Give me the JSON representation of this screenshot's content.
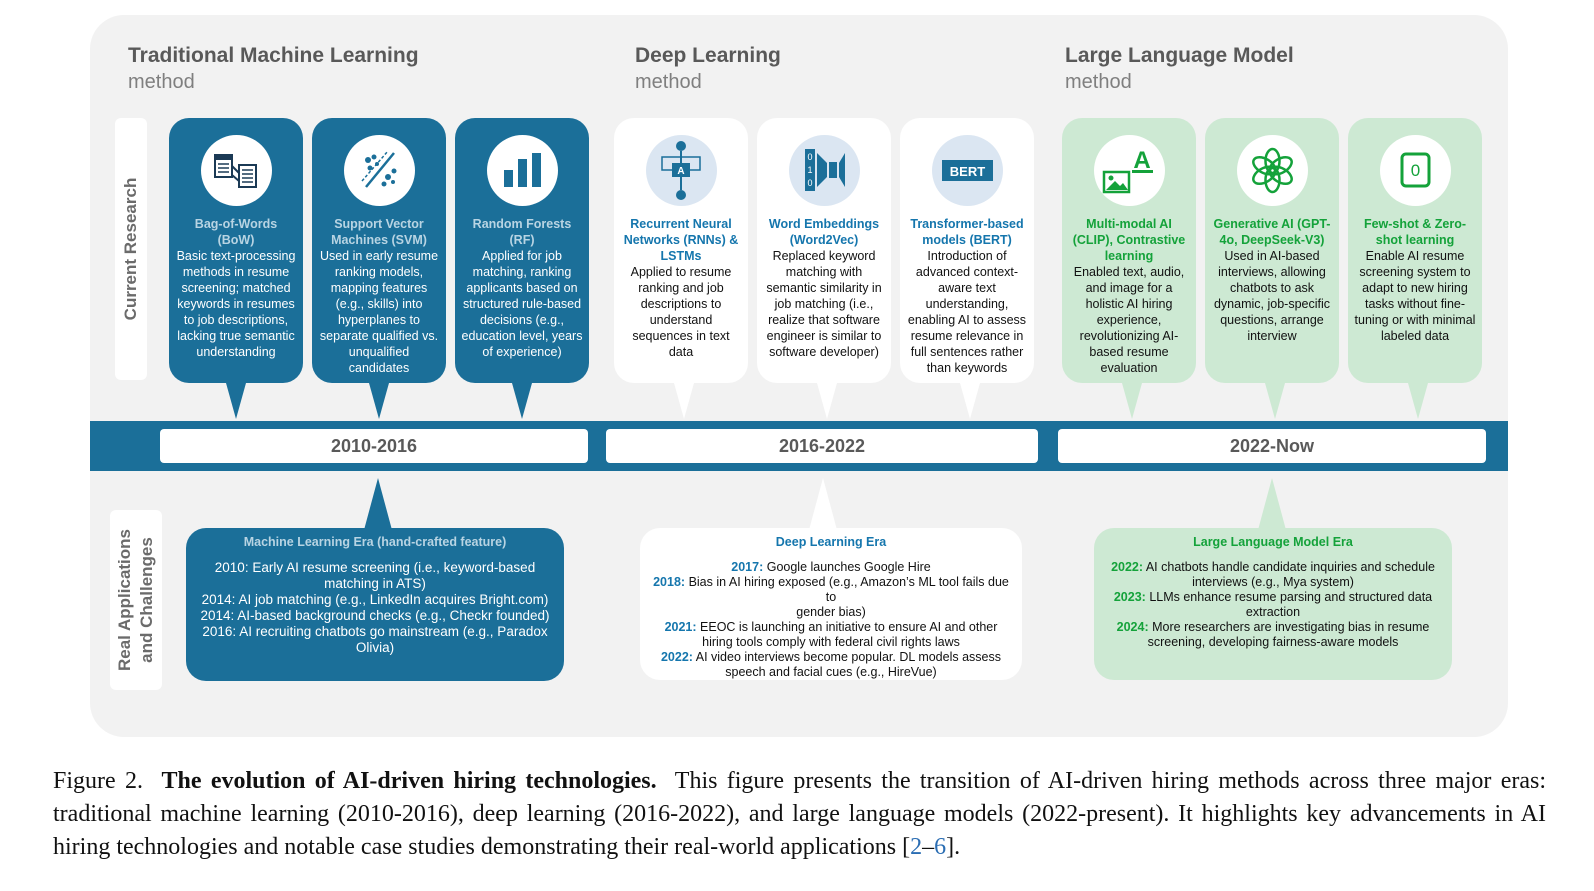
{
  "eras": {
    "tml": {
      "title": "Traditional Machine Learning",
      "subtitle": "method"
    },
    "dl": {
      "title": "Deep Learning",
      "subtitle": "method"
    },
    "llm": {
      "title": "Large Language Model",
      "subtitle": "method"
    }
  },
  "side_labels": {
    "current": "Current Research",
    "real_line1": "Real Applications",
    "real_line2": "and Challenges"
  },
  "cards": [
    {
      "title": "Bag-of-Words\n(BoW)",
      "desc": "Basic text-processing\nmethods in resume\nscreening; matched\nkeywords in resumes\nto job descriptions,\nlacking true semantic\nunderstanding",
      "icon": "document-comparison-icon"
    },
    {
      "title": "Support Vector\nMachines (SVM)",
      "desc": "Used in early resume\nranking models,\nmapping features\n(e.g., skills) into\nhyperplanes to\nseparate qualified vs.\nunqualified\ncandidates",
      "icon": "scatter-separation-icon"
    },
    {
      "title": "Random Forests\n(RF)",
      "desc": "Applied for job\nmatching, ranking\napplicants based on\nstructured rule-based\ndecisions (e.g.,\neducation level, years\nof experience)",
      "icon": "bar-chart-icon"
    },
    {
      "title": "Recurrent Neural\nNetworks (RNNs) &\nLSTMs",
      "desc": "Applied to resume\nranking and job\ndescriptions to\nunderstand\nsequences in text\ndata",
      "icon": "recurrent-network-icon"
    },
    {
      "title": "Word Embeddings\n(Word2Vec)",
      "desc": "Replaced keyword\nmatching with\nsemantic similarity in\njob matching (i.e.,\nrealize that software\nengineer is similar to\nsoftware developer)",
      "icon": "word-embedding-icon"
    },
    {
      "title": "Transformer-based\nmodels (BERT)",
      "desc": "Introduction of\nadvanced context-\naware text\nunderstanding,\nenabling AI to assess\nresume relevance in\nfull sentences rather\nthan keywords",
      "icon": "bert-icon",
      "icon_text": "BERT"
    },
    {
      "title": "Multi-modal AI\n(CLIP), Contrastive\nlearning",
      "desc": "Enabled text, audio,\nand image for a\nholistic AI hiring\nexperience,\nrevolutionizing AI-\nbased resume\nevaluation",
      "icon": "text-image-icon",
      "icon_text": "A"
    },
    {
      "title": "Generative AI (GPT-\n4o, DeepSeek-V3)",
      "desc": "Used in AI-based\ninterviews, allowing\nchatbots to ask\ndynamic, job-specific\nquestions, arrange\ninterview",
      "icon": "openai-logo-icon"
    },
    {
      "title": "Few-shot & Zero-\nshot learning",
      "desc": "Enable AI resume\nscreening system to\nadapt to new hiring\ntasks without fine-\ntuning or with minimal\nlabeled data",
      "icon": "zero-shot-icon",
      "icon_text": "0"
    }
  ],
  "timeline": [
    "2010-2016",
    "2016-2022",
    "2022-Now"
  ],
  "applications": {
    "tml": {
      "heading": "Machine Learning Era (hand-crafted feature)",
      "items": [
        {
          "year": "2010:",
          "text": " Early AI resume screening (i.e., keyword-based\nmatching in ATS)"
        },
        {
          "year": "2014:",
          "text": " AI job matching (e.g., LinkedIn acquires Bright.com)"
        },
        {
          "year": "2014:",
          "text": " AI-based background checks (e.g., Checkr founded)"
        },
        {
          "year": "2016:",
          "text": " AI recruiting chatbots go mainstream (e.g., Paradox\nOlivia)"
        }
      ]
    },
    "dl": {
      "heading": "Deep Learning Era",
      "items": [
        {
          "year": "2017:",
          "text": " Google launches Google Hire"
        },
        {
          "year": "2018:",
          "text": " Bias in AI hiring exposed (e.g., Amazon’s ML tool fails due to\ngender bias)"
        },
        {
          "year": "2021:",
          "text": " EEOC is launching an initiative to ensure AI and other\nhiring tools comply with federal civil rights laws"
        },
        {
          "year": "2022:",
          "text": " AI video interviews become popular. DL models assess\nspeech and facial cues (e.g., HireVue)"
        }
      ]
    },
    "llm": {
      "heading": "Large Language Model Era",
      "items": [
        {
          "year": "2022:",
          "text": " AI chatbots handle candidate inquiries and schedule\ninterviews (e.g., Mya system)"
        },
        {
          "year": "2023:",
          "text": " LLMs enhance resume parsing and structured data\nextraction"
        },
        {
          "year": "2024:",
          "text": " More researchers are investigating bias in resume\nscreening, developing fairness-aware models"
        }
      ]
    }
  },
  "caption": {
    "label": "Figure 2.",
    "bold": "The evolution of AI-driven hiring technologies.",
    "text": "This figure presents the transition of AI-driven hiring methods across three major eras: traditional machine learning (2010-2016), deep learning (2016-2022), and large language models (2022-present). It highlights key advancements in AI hiring technologies and notable case studies demonstrating their real-world applications [",
    "ref_start": "2",
    "ref_dash": "–",
    "ref_end": "6",
    "end": "]."
  },
  "colors": {
    "tml": "#1b6f99",
    "dl": "#ffffff",
    "llm": "#cde9d3",
    "dl_text": "#1576ad",
    "llm_text": "#14a23a",
    "panel": "#f2f2f2"
  }
}
